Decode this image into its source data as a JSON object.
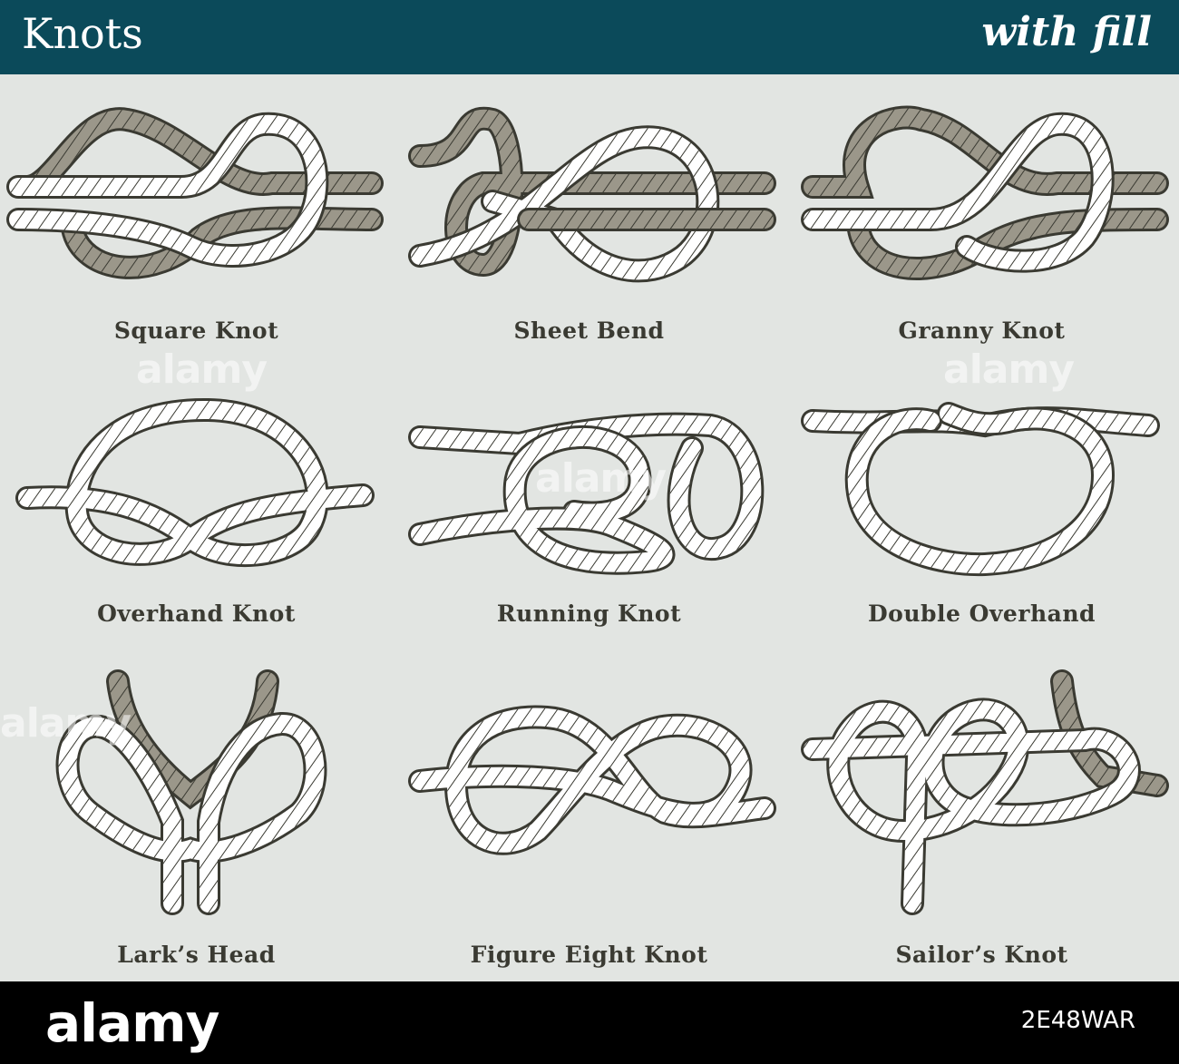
{
  "header": {
    "title": "Knots",
    "subtitle": "with fill"
  },
  "colors": {
    "header_bg": "#0b4a5a",
    "panel_bg": "#e2e5e2",
    "rope_white": "#ffffff",
    "rope_gray": "#9b978a",
    "outline": "#3a3a32"
  },
  "knots": [
    {
      "label": "Square Knot"
    },
    {
      "label": "Sheet Bend"
    },
    {
      "label": "Granny Knot"
    },
    {
      "label": "Overhand Knot"
    },
    {
      "label": "Running Knot"
    },
    {
      "label": "Double Overhand"
    },
    {
      "label": "Lark’s Head"
    },
    {
      "label": "Figure Eight Knot"
    },
    {
      "label": "Sailor’s Knot"
    }
  ],
  "watermark": {
    "brand": "alamy"
  },
  "footer": {
    "brand": "alamy",
    "image_code": "2E48WAR"
  }
}
